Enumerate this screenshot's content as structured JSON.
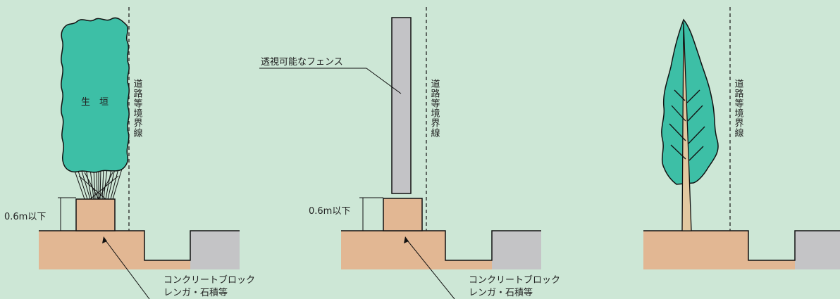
{
  "panels": [
    {
      "boundary_label": "道路等境界線",
      "hedge_label": "生　垣",
      "height_label": "0.6m以下",
      "material_label_line1": "コンクリートブロック",
      "material_label_line2": "レンガ・石積等"
    },
    {
      "boundary_label": "道路等境界線",
      "fence_label": "透視可能なフェンス",
      "height_label": "0.6m以下",
      "material_label_line1": "コンクリートブロック",
      "material_label_line2": "レンガ・石積等"
    },
    {
      "boundary_label": "道路等境界線"
    }
  ],
  "colors": {
    "background": "#cde7d6",
    "hedge": "#3dbfa6",
    "ground": "#e2b793",
    "road": "#c4c4c6",
    "fence": "#c3c3c6",
    "trunk": "#e2c8a0",
    "outline": "#111111"
  }
}
